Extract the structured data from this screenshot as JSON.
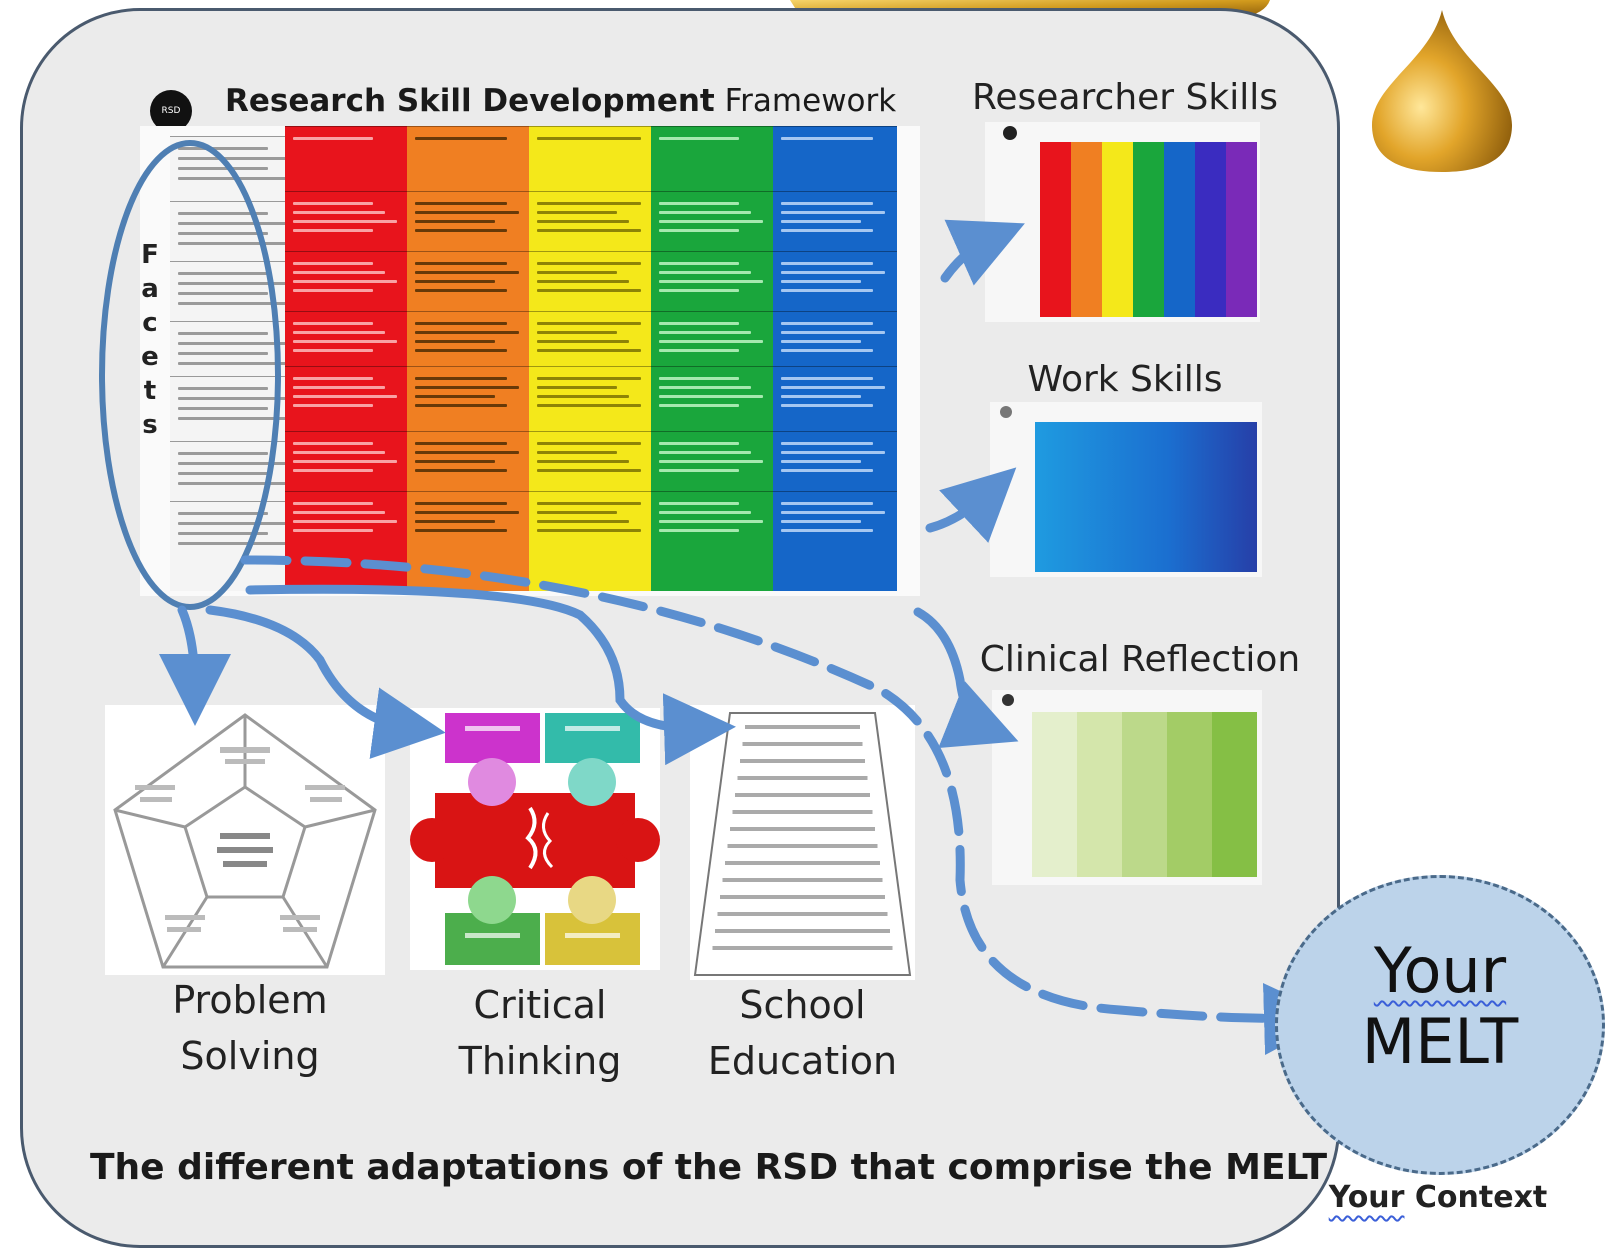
{
  "framework": {
    "title_bold": "Research Skill Development",
    "title_rest": "Framework",
    "logo_text": "RSD",
    "facets_label": "Facets",
    "column_colors": [
      "#e8141c",
      "#f07f22",
      "#f4e81a",
      "#1aa63c",
      "#1566c8"
    ]
  },
  "adaptations": {
    "researcher_skills": "Researcher Skills",
    "work_skills": "Work Skills",
    "clinical_reflection": "Clinical Reflection",
    "problem_solving": [
      "Problem",
      "Solving"
    ],
    "critical_thinking": [
      "Critical",
      "Thinking"
    ],
    "school_education": [
      "School",
      "Education"
    ]
  },
  "your_melt": {
    "line1": "Your",
    "line2": "MELT",
    "context": "Your Context",
    "context_word1": "Your",
    "context_word2": "Context"
  },
  "caption": "The different adaptations of the RSD that comprise the MELT",
  "colors": {
    "arrow": "#5b8fd0",
    "panel_border": "#4a5a6e",
    "your_circle": "#bcd3ea",
    "drop_gold": "#d19a1d"
  },
  "icons": [
    "gold-drop-icon",
    "rsd-logo-icon"
  ]
}
